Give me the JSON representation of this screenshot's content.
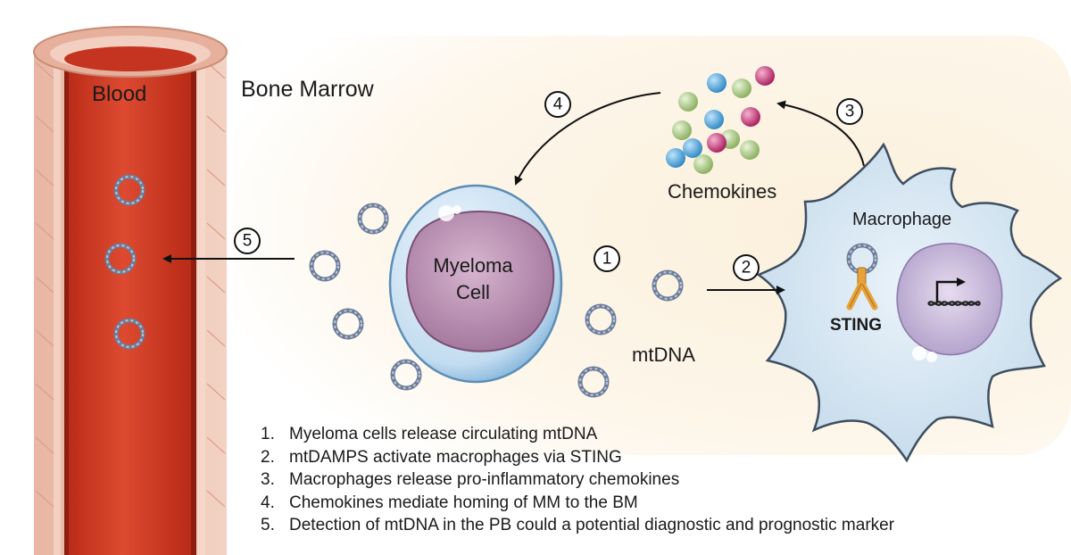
{
  "labels": {
    "blood": "Blood",
    "bone_marrow": "Bone Marrow",
    "myeloma_line1": "Myeloma",
    "myeloma_line2": "Cell",
    "chemokines": "Chemokines",
    "macrophage": "Macrophage",
    "sting": "STING",
    "mtdna": "mtDNA"
  },
  "steps": [
    "1",
    "2",
    "3",
    "4",
    "5"
  ],
  "legend": [
    {
      "num": "1.",
      "text": "Myeloma cells release circulating mtDNA"
    },
    {
      "num": "2.",
      "text": "mtDAMPS activate macrophages via STING"
    },
    {
      "num": "3.",
      "text": "Macrophages release pro-inflammatory chemokines"
    },
    {
      "num": "4.",
      "text": "Chemokines mediate homing of MM to the BM"
    },
    {
      "num": "5.",
      "text": "Detection of mtDNA in the PB could a potential diagnostic and prognostic marker"
    }
  ],
  "colors": {
    "vessel_wall": "#e9b7a5",
    "blood": "#d13a22",
    "bone_marrow_bg": "#fbf1e0",
    "myeloma_outer": "#cfe3f2",
    "myeloma_nucleus": "#b98bb0",
    "macrophage": "#c9ddec",
    "macrophage_nucleus": "#c8b8dc",
    "sting": "#e8a23a",
    "mtdna": "#7f8fac",
    "chemokine_blue": "#3f9fd8",
    "chemokine_green": "#a5c97f",
    "chemokine_magenta": "#c2236b"
  },
  "icons": [
    "mtdna-ring-icon",
    "chemokine-icon",
    "arrow-icon",
    "sting-receptor-icon",
    "gene-transcription-icon"
  ]
}
